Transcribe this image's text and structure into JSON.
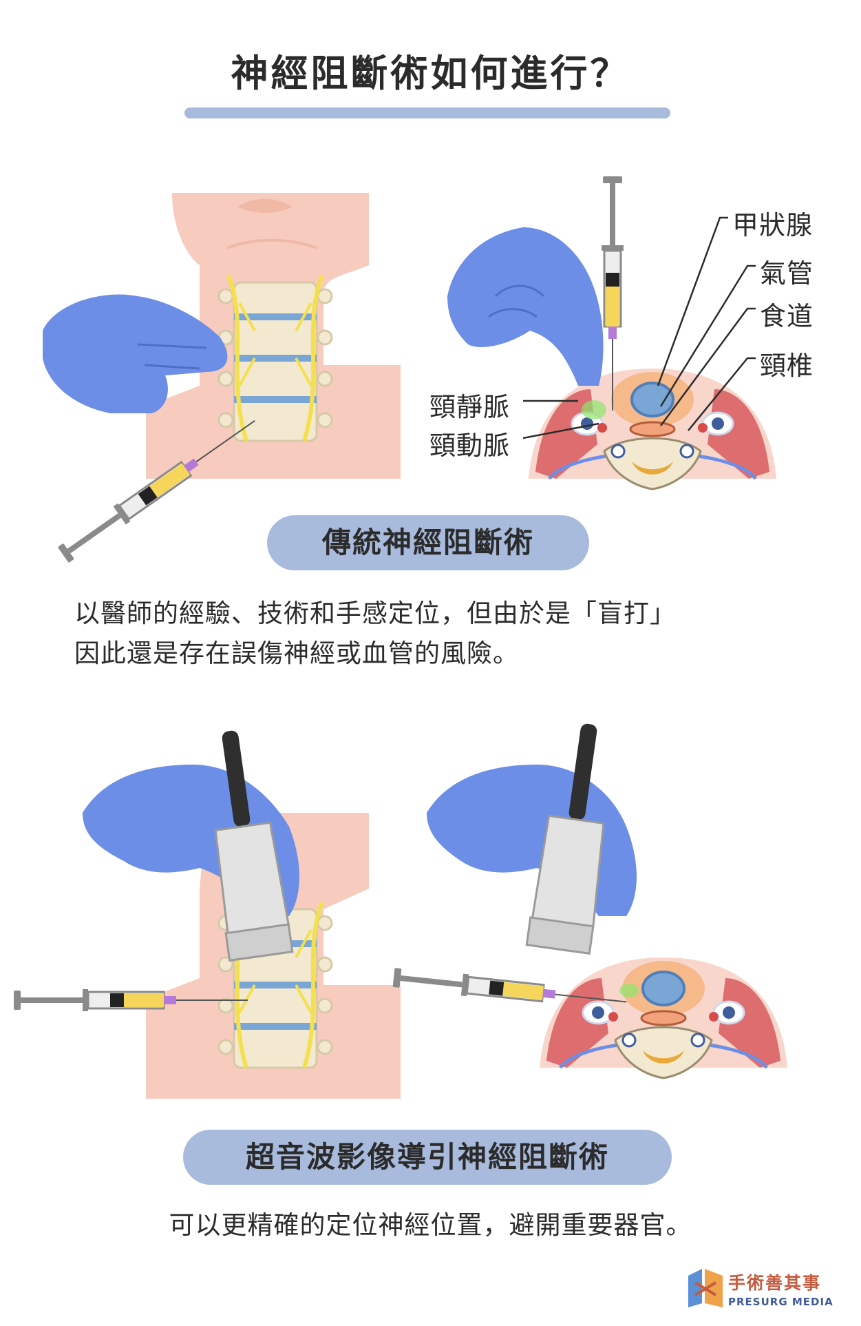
{
  "title": "神經阻斷術如何進行？",
  "section1": {
    "heading": "傳統神經阻斷術",
    "description_line1": "以醫師的經驗、技術和手感定位，但由於是「盲打」",
    "description_line2": "因此還是存在誤傷神經或血管的風險。"
  },
  "section2": {
    "heading": "超音波影像導引神經阻斷術",
    "description": "可以更精確的定位神經位置，避開重要器官。"
  },
  "labels": {
    "thyroid": "甲狀腺",
    "trachea": "氣管",
    "esophagus": "食道",
    "cervical_vertebra": "頸椎",
    "jugular_vein": "頸靜脈",
    "carotid_artery": "頸動脈"
  },
  "logo": {
    "name": "手術善其事",
    "name_en": "PRESURG MEDIA"
  },
  "colors": {
    "accent": "#a9bbdc",
    "skin": "#f7cbbe",
    "glove": "#6d8ee6",
    "nerve": "#f4e04d",
    "vertebra": "#f2e9d0",
    "disc": "#7aa6d6",
    "muscle": "#dd6d6f",
    "syringe_fluid": "#f6d65a"
  }
}
